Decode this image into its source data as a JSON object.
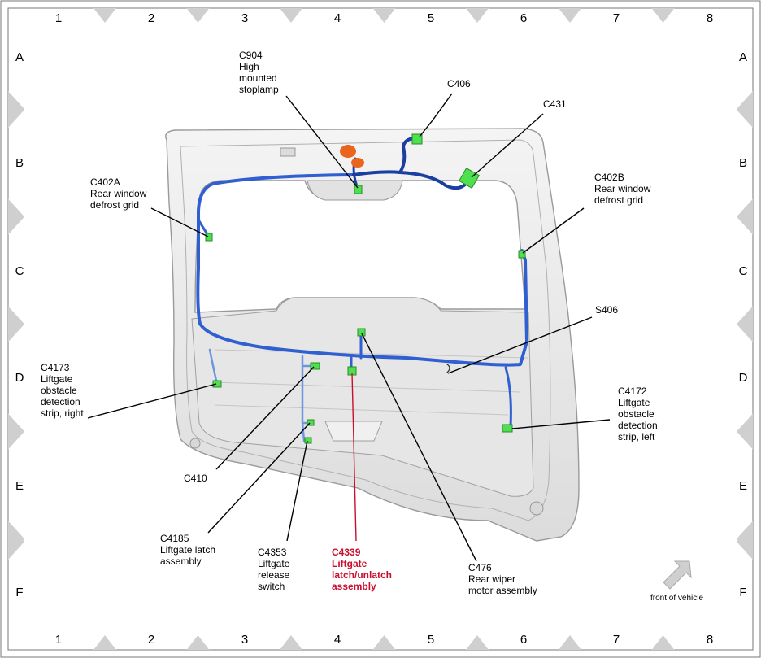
{
  "grid": {
    "columns": [
      "1",
      "2",
      "3",
      "4",
      "5",
      "6",
      "7",
      "8"
    ],
    "rows": [
      "A",
      "B",
      "C",
      "D",
      "E",
      "F"
    ]
  },
  "labels": {
    "c904": [
      "C904",
      "High",
      "mounted",
      "stoplamp"
    ],
    "c406": [
      "C406"
    ],
    "c431": [
      "C431"
    ],
    "c402a": [
      "C402A",
      "Rear window",
      "defrost grid"
    ],
    "c402b": [
      "C402B",
      "Rear window",
      "defrost grid"
    ],
    "s406": [
      "S406"
    ],
    "c4173": [
      "C4173",
      "Liftgate",
      "obstacle",
      "detection",
      "strip, right"
    ],
    "c4172": [
      "C4172",
      "Liftgate",
      "obstacle",
      "detection",
      "strip, left"
    ],
    "c410": [
      "C410"
    ],
    "c4185": [
      "C4185",
      "Liftgate latch",
      "assembly"
    ],
    "c4353": [
      "C4353",
      "Liftgate",
      "release",
      "switch"
    ],
    "c4339": [
      "C4339",
      "Liftgate",
      "latch/unlatch",
      "assembly"
    ],
    "c476": [
      "C476",
      "Rear wiper",
      "motor assembly"
    ]
  },
  "front_of_vehicle": "front of vehicle",
  "colors": {
    "wire": "#2f5fd0",
    "wire_dark": "#1b3fa0",
    "connector": "#4ee04e",
    "highlight": "#c8102e",
    "marker": "#cfcfcf",
    "panel": "#ececec",
    "panel_edge": "#9a9a9a"
  }
}
